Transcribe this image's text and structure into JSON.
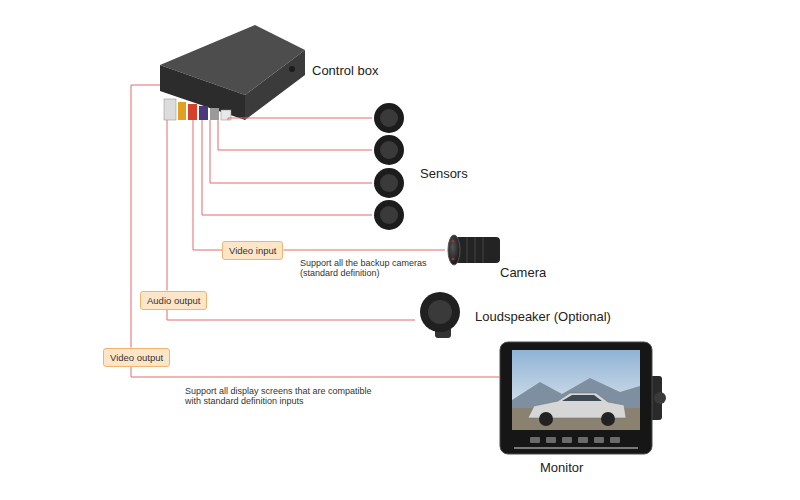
{
  "diagram": {
    "nodes": [
      {
        "text": [
          "Control box"
        ]
      },
      {
        "text": [
          "Sensors"
        ]
      },
      {
        "text": [
          "Video input"
        ]
      },
      {
        "text": [
          "Camera"
        ]
      },
      {
        "text": [
          "Audio output"
        ]
      },
      {
        "text": [
          "Loudspeaker (Optional)"
        ]
      },
      {
        "text": [
          "Video output"
        ]
      },
      {
        "text": [
          "Monitor"
        ]
      }
    ],
    "edges": [
      {
        "from": 0,
        "to": 1,
        "arrow": "none"
      },
      {
        "from": 0,
        "to": 2,
        "arrow": "none"
      },
      {
        "from": 2,
        "to": 3,
        "arrow": "none"
      },
      {
        "from": 0,
        "to": 4,
        "arrow": "none"
      },
      {
        "from": 4,
        "to": 5,
        "arrow": "none"
      },
      {
        "from": 0,
        "to": 6,
        "arrow": "none"
      },
      {
        "from": 6,
        "to": 7,
        "arrow": "none"
      }
    ],
    "labels": [
      "Support all the backup cameras (standard definition)",
      "Support all display screens that are compatible with standard definition inputs"
    ]
  }
}
